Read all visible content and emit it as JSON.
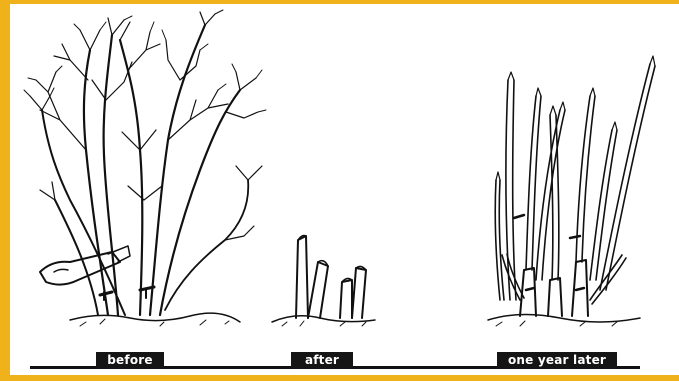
{
  "labels": {
    "before": "before",
    "after": "after",
    "later": "one year later"
  },
  "colors": {
    "border": "#f0b21a",
    "ink": "#111111",
    "label_bg": "#151515",
    "label_text": "#ffffff",
    "background": "#ffffff"
  },
  "icons": {
    "before": "overgrown-shrub-with-lopper",
    "after": "cut-stumps",
    "later": "regrown-shoots"
  }
}
